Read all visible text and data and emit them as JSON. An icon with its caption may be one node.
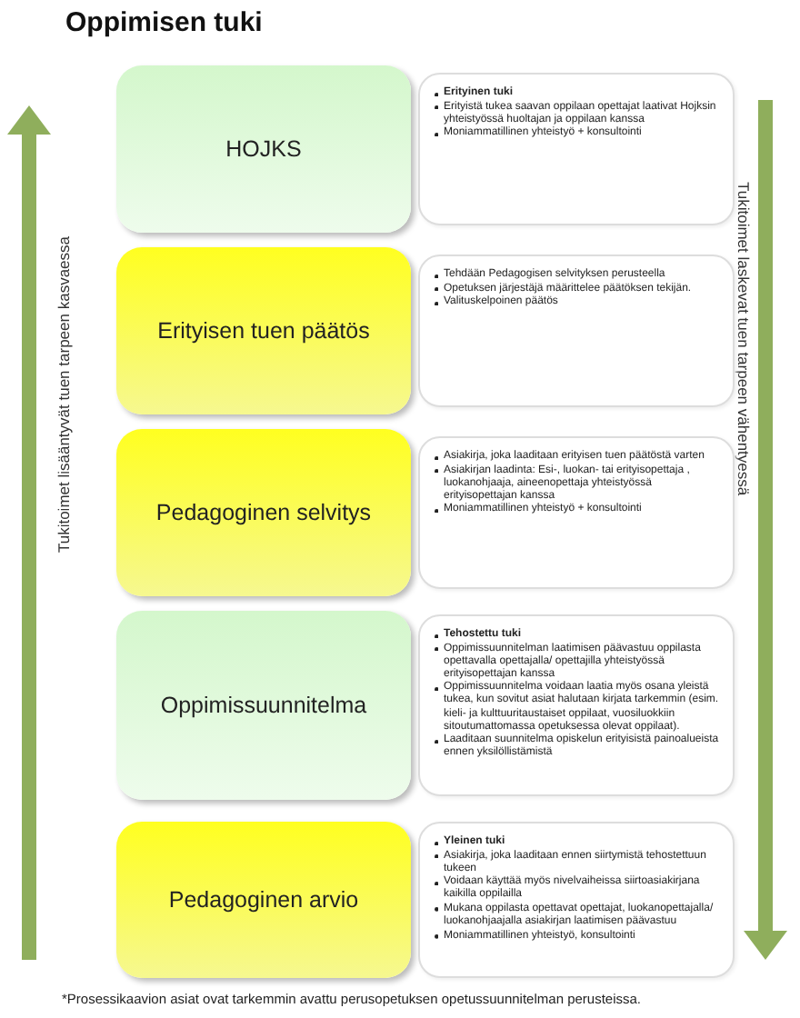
{
  "diagram": {
    "title": "Oppimisen tuki",
    "caption": "*Prosessikaavion asiat ovat tarkemmin avattu perusopetuksen opetussuunnitelman perusteissa.",
    "nodes": [
      {
        "text": [
          "HOJKS"
        ]
      },
      {
        "text": [
          "Erityinen tuki",
          "Erityistä tukea saavan oppilaan opettajat laativat Hojksin yhteistyössä huoltajan ja oppilaan kanssa",
          "Moniammatillinen yhteistyö + konsultointi"
        ]
      },
      {
        "text": [
          "Erityisen tuen päätös"
        ]
      },
      {
        "text": [
          "Tehdään Pedagogisen selvityksen perusteella",
          "Opetuksen järjestäjä määrittelee päätöksen tekijän.",
          "Valituskelpoinen päätös"
        ]
      },
      {
        "text": [
          "Pedagoginen selvitys"
        ]
      },
      {
        "text": [
          "Asiakirja, joka laaditaan erityisen tuen päätöstä varten",
          "Asiakirjan laadinta: Esi-, luokan- tai erityisopettaja , luokanohjaaja, aineenopettaja yhteistyössä erityisopettajan kanssa",
          "Moniammatillinen yhteistyö + konsultointi"
        ]
      },
      {
        "text": [
          "Oppimissuunnitelma"
        ]
      },
      {
        "text": [
          "Tehostettu tuki",
          "Oppimissuunnitelman laatimisen päävastuu oppilasta opettavalla opettajalla/ opettajilla yhteistyössä erityisopettajan kanssa",
          "Oppimissuunnitelma voidaan laatia myös osana yleistä tukea, kun sovitut asiat halutaan kirjata tarkemmin (esim. kieli- ja kulttuuritaustaiset oppilaat, vuosiluokkiin sitoutumattomassa opetuksessa olevat oppilaat).",
          "Laaditaan suunnitelma opiskelun erityisistä painoalueista ennen yksilöllistämistä"
        ]
      },
      {
        "text": [
          "Pedagoginen arvio"
        ]
      },
      {
        "text": [
          "Yleinen tuki",
          "Asiakirja, joka laaditaan ennen siirtymistä tehostettuun tukeen",
          "Voidaan käyttää myös nivelvaiheissa siirtoasiakirjana kaikilla oppilailla",
          "Mukana oppilasta opettavat opettajat, luokanopettajalla/ luokanohjaajalla asiakirjan laatimisen päävastuu",
          "Moniammatillinen yhteistyö, konsultointi"
        ]
      }
    ],
    "labels": [
      "Tukitoimet lisääntyvät tuen tarpeen kasvaessa",
      "Tukitoimet laskevat tuen tarpeen vähentyessä"
    ]
  }
}
